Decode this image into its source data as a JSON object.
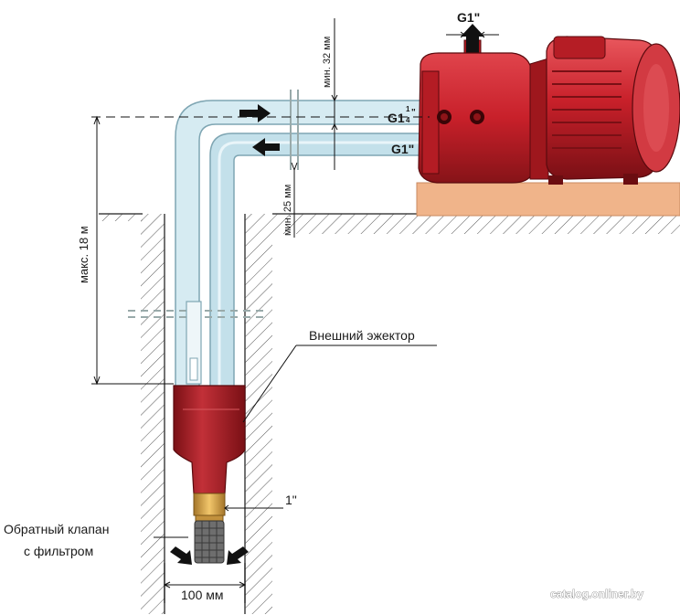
{
  "labels": {
    "outlet_thread": "G1\"",
    "suction_thread": "G1",
    "suction_thread_fraction_num": "1",
    "suction_thread_fraction_den": "4",
    "suction_thread_fraction_quote": "\"",
    "pressure_thread": "G1\"",
    "min_32": "мин. 32 мм",
    "min_25": "мин. 25 мм",
    "max_depth": "макс. 18 м",
    "ejector": "Внешний эжектор",
    "valve_line1": "Обратный клапан",
    "valve_line2": "с фильтром",
    "nozzle_size": "1\"",
    "well_diameter": "100 мм",
    "watermark": "catalog.onliner.by"
  },
  "colors": {
    "pump_red": "#c8202a",
    "pump_dark": "#8e1418",
    "pipe_blue": "#cfe6ef",
    "pipe_outline": "#7fa6b3",
    "ground": "#444444",
    "base_plate": "#f0b48a",
    "ejector_red": "#a81c22",
    "brass": "#d9a441"
  }
}
